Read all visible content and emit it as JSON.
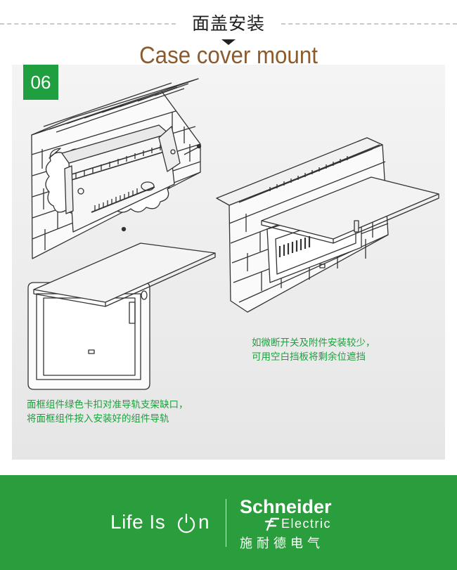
{
  "header": {
    "title_cn": "面盖安装",
    "title_en": "Case cover mount"
  },
  "step": {
    "number": "06"
  },
  "captions": {
    "right_line1": "如微断开关及附件安装较少，",
    "right_line2": "可用空白挡板将剩余位遮挡",
    "left_line1": "面框组件绿色卡扣对准导轨支架缺口，",
    "left_line2": "将面框组件按入安装好的组件导轨"
  },
  "footer": {
    "slogan_part1": "Life Is ",
    "slogan_part2": "n",
    "brand_name": "Schneider",
    "brand_sub": "Electric",
    "brand_cn": "施耐德电气"
  },
  "colors": {
    "accent_green": "#1f9f3f",
    "footer_green": "#2a9d3c",
    "title_brown": "#8b5b2e"
  },
  "icons": [
    "power-icon",
    "schneider-logo-icon",
    "down-arrow-icon"
  ]
}
